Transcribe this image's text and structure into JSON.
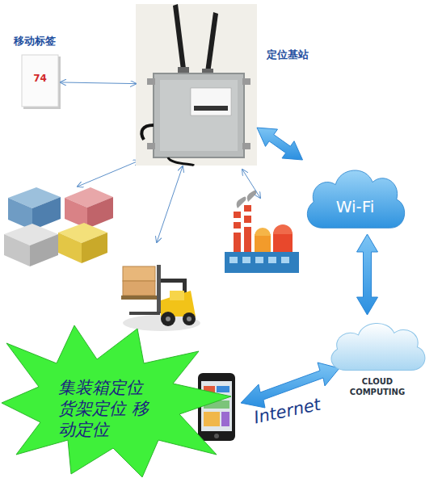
{
  "diagram": {
    "nodes": [
      {
        "text": [
          "移动标签",
          "74"
        ]
      },
      {
        "text": [
          "定位基站"
        ]
      },
      {
        "text": [
          "Wi-Fi"
        ]
      },
      {
        "text": [
          "CLOUD COMPUTING"
        ]
      },
      {
        "text": [
          "集装箱定位 货架定位 移动定位"
        ]
      }
    ],
    "edges": [
      {
        "from": 0,
        "to": 1,
        "arrow": "both"
      },
      {
        "from": 1,
        "to": 2,
        "arrow": "both"
      },
      {
        "from": 2,
        "to": 3,
        "arrow": "both"
      }
    ],
    "labels": [
      "Internet"
    ]
  }
}
